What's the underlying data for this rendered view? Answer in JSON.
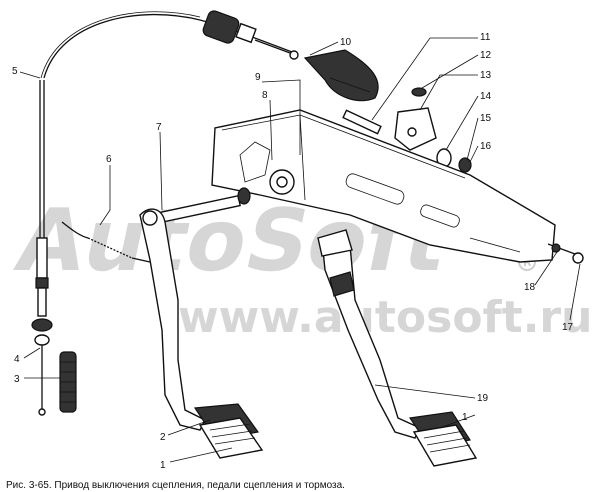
{
  "watermark": {
    "logo_text": "AutoSoft",
    "url_text": "www.autosoft.ru",
    "registered_mark": "R"
  },
  "caption": "Рис. 3-65. Привод выключения сцепления, педали сцепления и тормоза.",
  "callouts": [
    "1",
    "1",
    "2",
    "3",
    "4",
    "5",
    "6",
    "7",
    "8",
    "9",
    "10",
    "11",
    "12",
    "13",
    "14",
    "15",
    "16",
    "17",
    "18",
    "19"
  ]
}
